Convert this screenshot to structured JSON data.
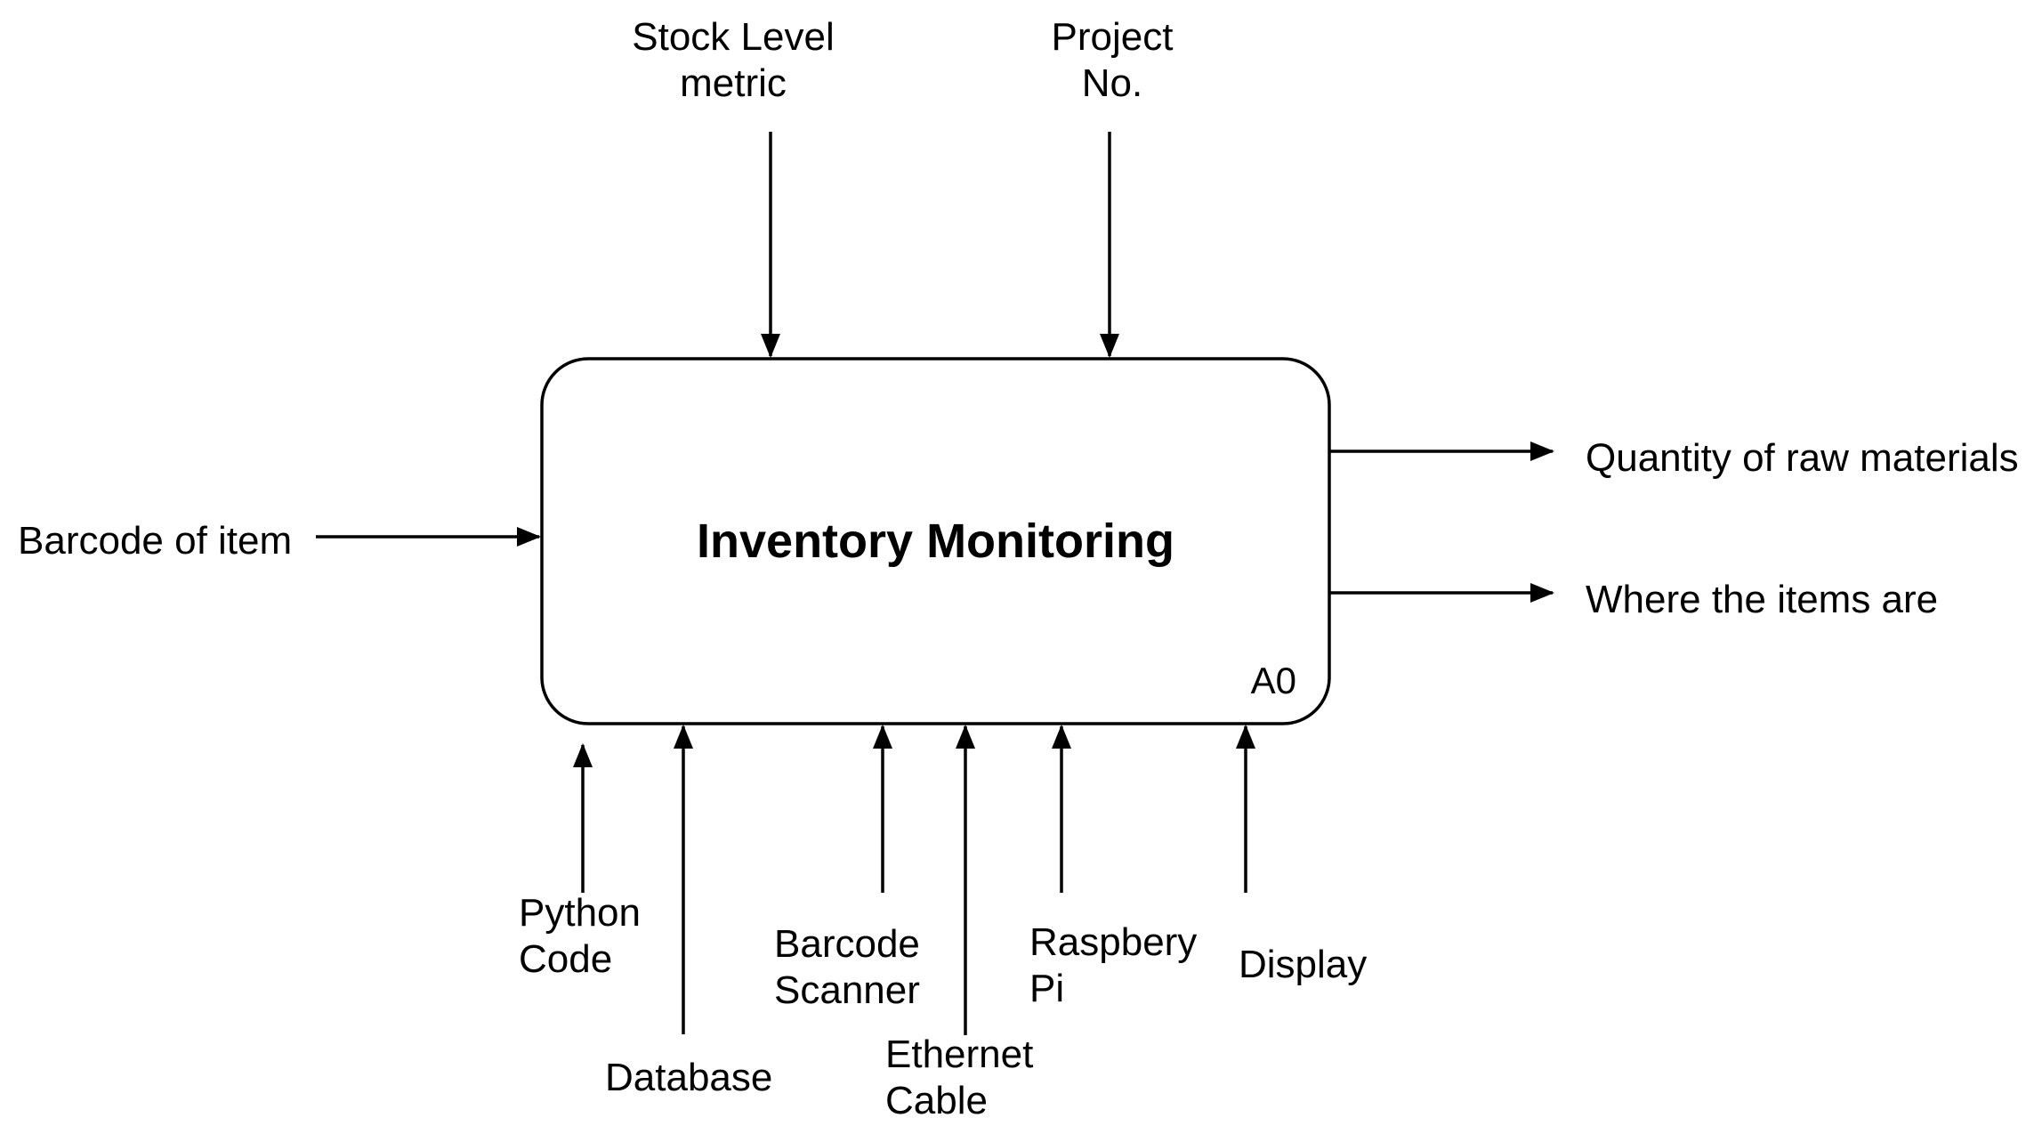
{
  "diagram": {
    "type": "IDEF0 context diagram",
    "process": {
      "title": "Inventory Monitoring",
      "node_id": "A0"
    },
    "controls": [
      {
        "label": "Stock Level\nmetric"
      },
      {
        "label": "Project\nNo."
      }
    ],
    "inputs": [
      {
        "label": "Barcode of item"
      }
    ],
    "outputs": [
      {
        "label": "Quantity of raw materials"
      },
      {
        "label": "Where the items are"
      }
    ],
    "mechanisms": [
      {
        "label": "Python\nCode"
      },
      {
        "label": "Database"
      },
      {
        "label": "Barcode\nScanner"
      },
      {
        "label": "Ethernet\nCable"
      },
      {
        "label": "Raspbery\nPi"
      },
      {
        "label": "Display"
      }
    ]
  },
  "colors": {
    "ink": "#000000",
    "background": "#ffffff"
  }
}
